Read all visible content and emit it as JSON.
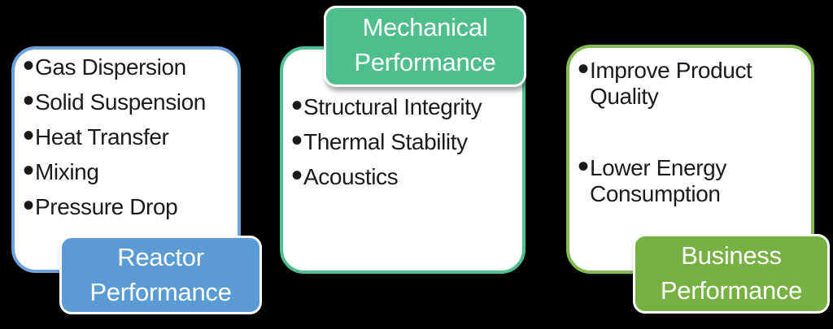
{
  "diagram": {
    "background_color": "#000000",
    "text_color": "#1b1b1b",
    "cards": [
      {
        "name": "reactor-performance",
        "border_color": "#6DA3DA",
        "tag_color": "#5B9BD5",
        "tag_label": "Reactor Performance",
        "tag_position": "bottom-right",
        "items": [
          "Gas Dispersion",
          "Solid Suspension",
          "Heat Transfer",
          "Mixing",
          "Pressure Drop"
        ]
      },
      {
        "name": "mechanical-performance",
        "border_color": "#50C093",
        "tag_color": "#4DBE8C",
        "tag_label": "Mechanical Performance",
        "tag_position": "top-right",
        "items": [
          "Structural Integrity",
          "Thermal Stability",
          "Acoustics"
        ]
      },
      {
        "name": "business-performance",
        "border_color": "#83BB51",
        "tag_color": "#76B143",
        "tag_label": "Business Performance",
        "tag_position": "bottom-right",
        "items": [
          "Improve Product Quality",
          "Lower Energy Consumption"
        ]
      }
    ],
    "bullet_glyph": "•"
  }
}
